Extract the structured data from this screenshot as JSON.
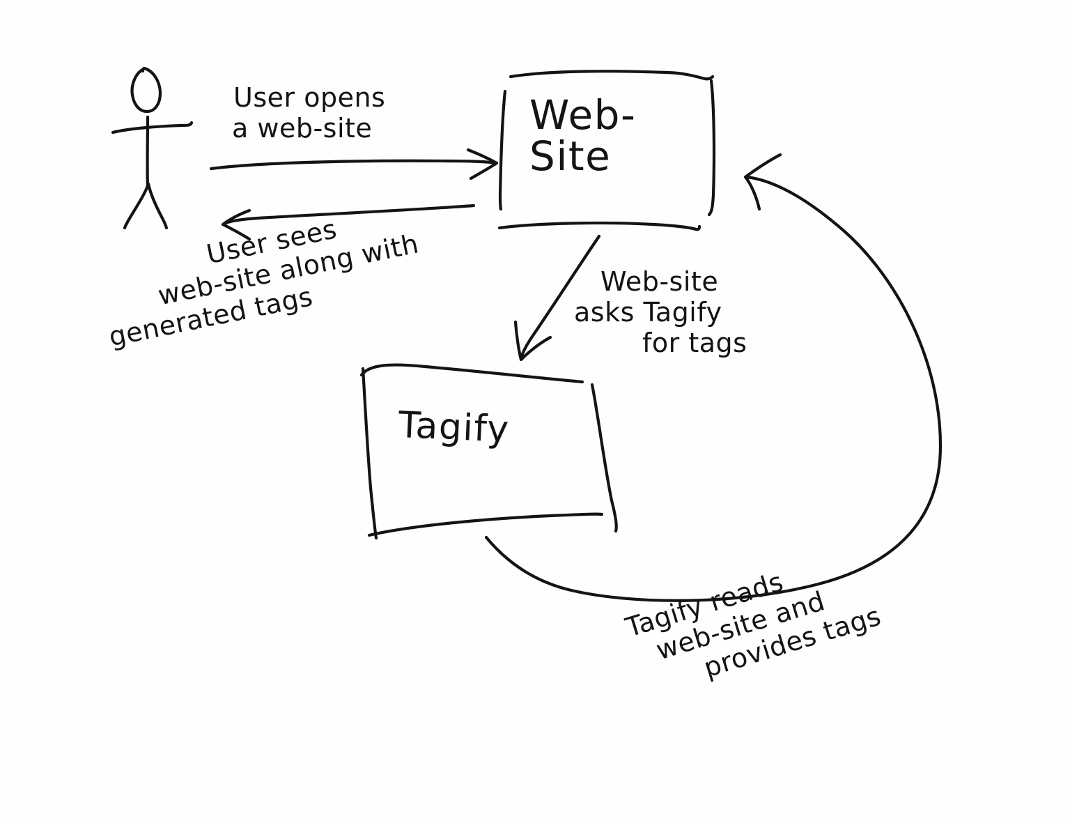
{
  "diagram": {
    "title": "Tagify web-site tagging flow (hand-drawn sketch)",
    "style": "hand-drawn whiteboard sketch, black ink on white",
    "ink_color": "#141414",
    "background_color": "#ffffff",
    "actors": [
      {
        "id": "user",
        "name": "user-stick-figure",
        "shape": "stick-figure",
        "label": ""
      }
    ],
    "nodes": [
      {
        "id": "website",
        "name": "web-site-box",
        "shape": "rectangle",
        "label_line_1": "Web-",
        "label_line_2": "Site"
      },
      {
        "id": "tagify",
        "name": "tagify-box",
        "shape": "rectangle",
        "label": "Tagify"
      }
    ],
    "edges": [
      {
        "id": "user-to-website",
        "name": "user-opens-website-arrow",
        "from": "user",
        "to": "website",
        "direction": "right",
        "label_line_1": "User opens",
        "label_line_2": "a web-site"
      },
      {
        "id": "website-to-user",
        "name": "website-response-arrow",
        "from": "website",
        "to": "user",
        "direction": "left",
        "label_line_1": "User sees",
        "label_line_2": "web-site along with",
        "label_line_3": "generated tags"
      },
      {
        "id": "website-to-tagify",
        "name": "website-asks-tagify-arrow",
        "from": "website",
        "to": "tagify",
        "direction": "down-left-diagonal",
        "label_line_1": "Web-site",
        "label_line_2": "asks Tagify",
        "label_line_3": "for tags"
      },
      {
        "id": "tagify-to-website",
        "name": "tagify-provides-tags-arrow",
        "from": "tagify",
        "to": "website",
        "direction": "curved-loop-clockwise",
        "label_line_1": "Tagify reads",
        "label_line_2": "web-site and",
        "label_line_3": "provides tags"
      }
    ]
  }
}
